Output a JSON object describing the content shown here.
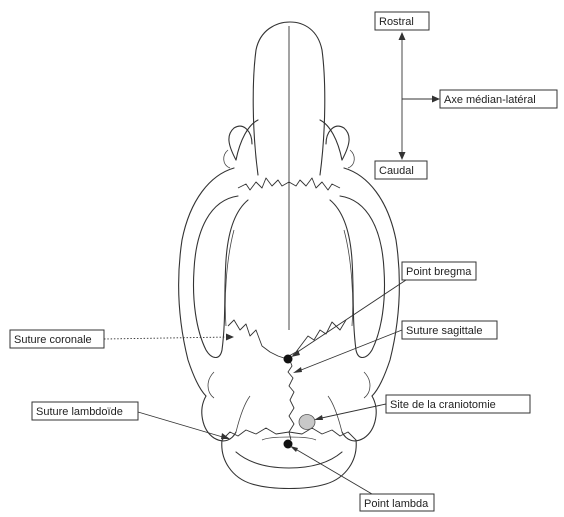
{
  "orientation": {
    "rostral": "Rostral",
    "caudal": "Caudal",
    "median_lateral": "Axe médian-latéral"
  },
  "labels": {
    "point_bregma": "Point bregma",
    "suture_coronale": "Suture coronale",
    "suture_sagittale": "Suture sagittale",
    "suture_lambdoide": "Suture lambdoïde",
    "site_craniotomie": "Site de la craniotomie",
    "point_lambda": "Point lambda"
  },
  "colors": {
    "line": "#333333",
    "bregma_dot": "#111111",
    "lambda_dot": "#111111",
    "craniotomy_fill": "#c8c8c8"
  }
}
